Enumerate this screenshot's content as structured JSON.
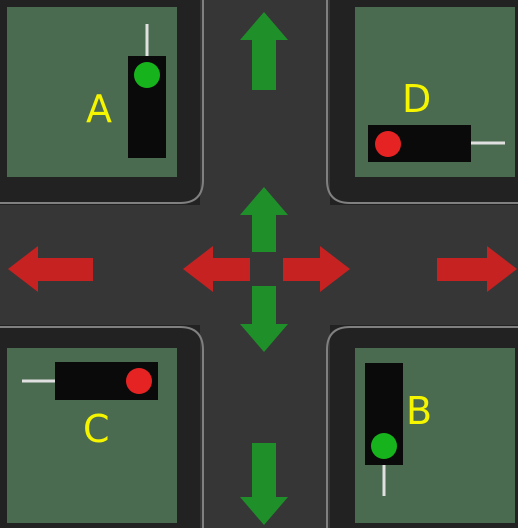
{
  "colors": {
    "grass": "#4a6b4f",
    "road": "#363636",
    "curb": "#808080",
    "border": "#222222",
    "go_arrow": "#1f8f2a",
    "stop_arrow": "#c62222",
    "green_light": "#17b31c",
    "red_light": "#e62323",
    "signal_body": "#0a0a0a",
    "pole": "#e0e0e0",
    "label": "#f5f500"
  },
  "signals": [
    {
      "id": "A",
      "label": "A",
      "state": "green",
      "icon": "traffic-light-icon"
    },
    {
      "id": "B",
      "label": "B",
      "state": "green",
      "icon": "traffic-light-icon"
    },
    {
      "id": "C",
      "label": "C",
      "state": "red",
      "icon": "traffic-light-icon"
    },
    {
      "id": "D",
      "label": "D",
      "state": "red",
      "icon": "traffic-light-icon"
    }
  ],
  "arrows": {
    "vertical": {
      "meaning": "go",
      "icon": "green-arrow-icon",
      "directions": [
        "up",
        "down"
      ]
    },
    "horizontal": {
      "meaning": "stop",
      "icon": "red-arrow-icon",
      "directions": [
        "left",
        "right"
      ]
    }
  }
}
